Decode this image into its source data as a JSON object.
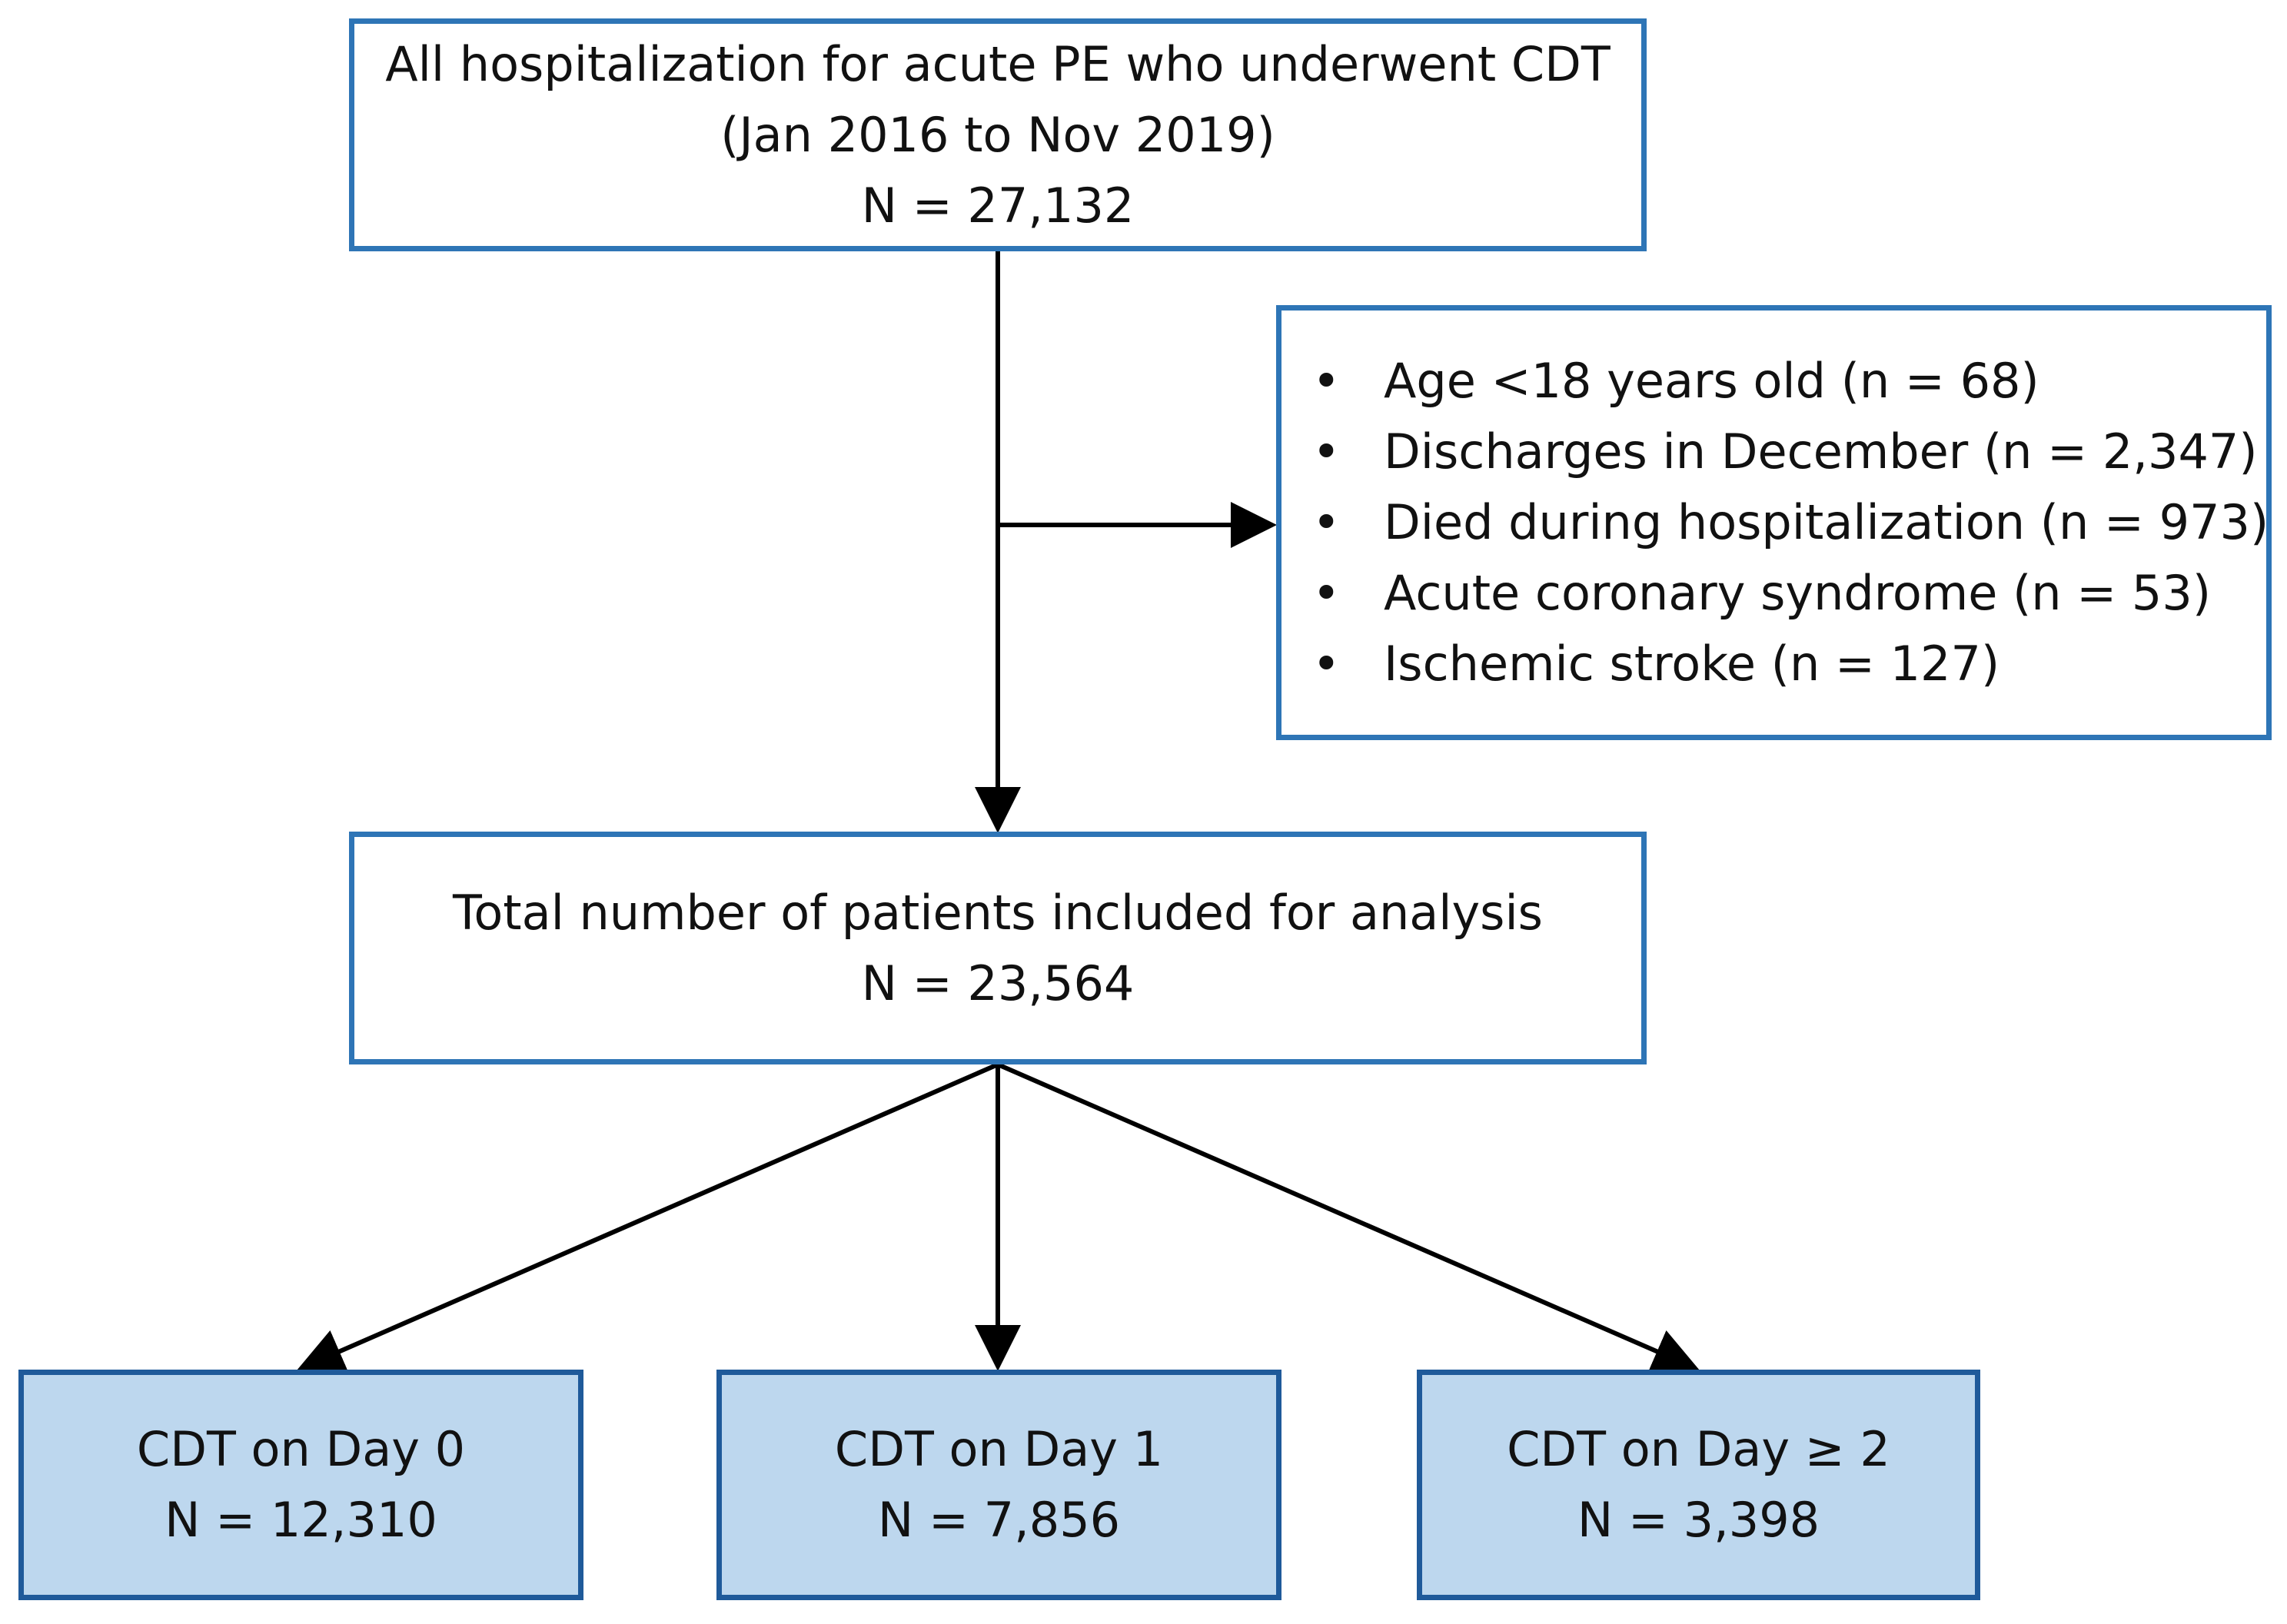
{
  "boxes": {
    "all": {
      "line1": "All hospitalization for acute PE who underwent CDT",
      "line2": "(Jan 2016 to Nov 2019)",
      "line3": "N = 27,132"
    },
    "exclusions": {
      "bullet": "•",
      "items": [
        "Age <18 years old (n = 68)",
        "Discharges in December (n = 2,347)",
        "Died during hospitalization (n = 973)",
        "Acute coronary syndrome (n = 53)",
        "Ischemic stroke (n = 127)"
      ]
    },
    "total": {
      "line1": "Total number of patients included for analysis",
      "line2": "N = 23,564"
    },
    "day0": {
      "line1": "CDT on Day 0",
      "line2": "N = 12,310"
    },
    "day1": {
      "line1": "CDT on Day 1",
      "line2": "N = 7,856"
    },
    "day2": {
      "line1": "CDT on Day ≥ 2",
      "line2": "N = 3,398"
    }
  },
  "colors": {
    "box_border": "#2e75b6",
    "group_fill": "#bdd7ee",
    "arrow": "#000000"
  }
}
